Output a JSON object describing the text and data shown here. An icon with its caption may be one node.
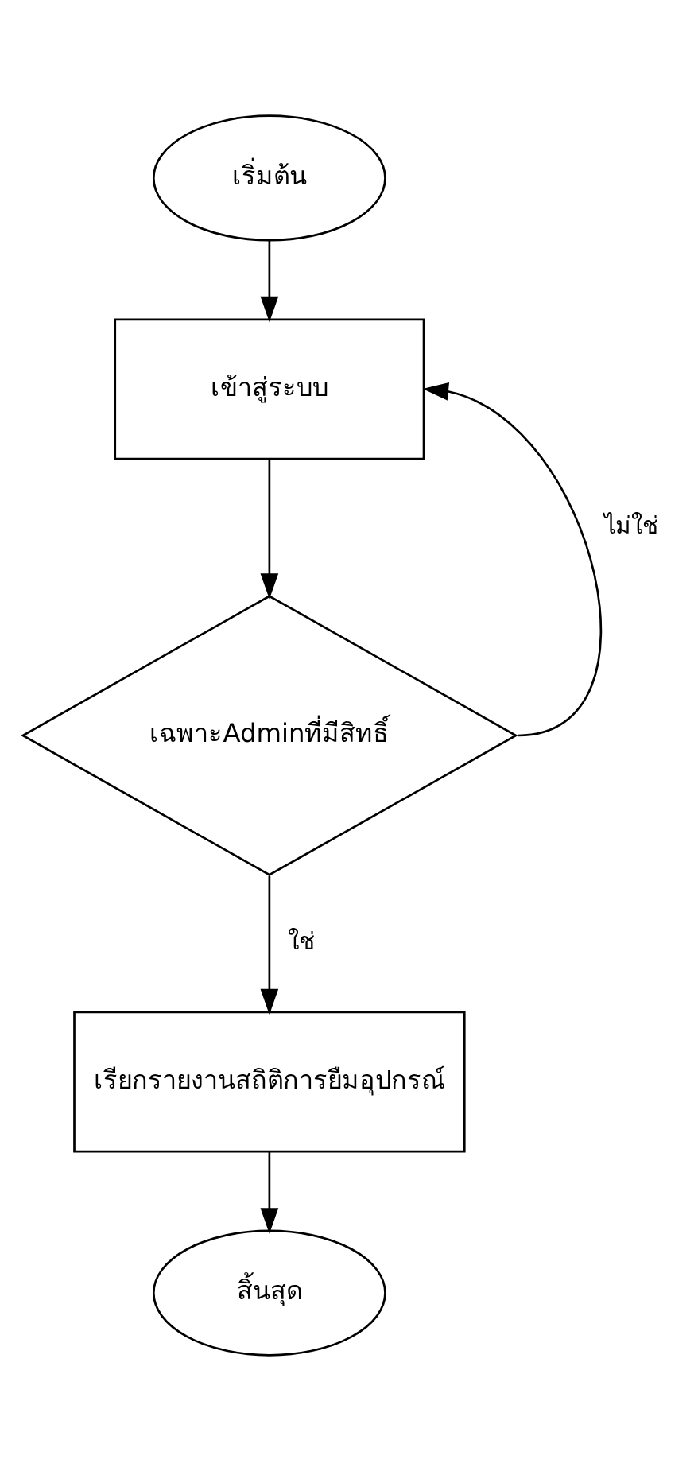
{
  "diagram": {
    "nodes": [
      {
        "text": [
          "เริ่มต้น"
        ]
      },
      {
        "text": [
          "เข้าสู่ระบบ"
        ]
      },
      {
        "text": [
          "เฉพาะAdminที่มีสิทธิ์"
        ]
      },
      {
        "text": [
          "เรียกรายงานสถิติการยืมอุปกรณ์"
        ]
      },
      {
        "text": [
          "สิ้นสุด"
        ]
      }
    ],
    "edges": [
      {
        "from": 0,
        "to": 1,
        "arrow": "to"
      },
      {
        "from": 1,
        "to": 2,
        "arrow": "to"
      },
      {
        "from": 2,
        "to": 1,
        "arrow": "to",
        "label": "ไม่ใช่"
      },
      {
        "from": 2,
        "to": 3,
        "arrow": "to",
        "label": "ใช่"
      },
      {
        "from": 3,
        "to": 4,
        "arrow": "to"
      }
    ]
  }
}
